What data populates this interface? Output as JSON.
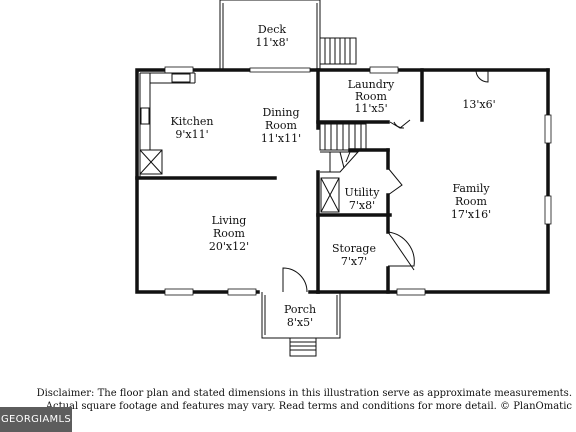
{
  "rooms": {
    "deck": {
      "name": "Deck",
      "dims": "11'x8'"
    },
    "kitchen": {
      "name": "Kitchen",
      "dims": "9'x11'"
    },
    "dining": {
      "name1": "Dining",
      "name2": "Room",
      "dims": "11'x11'"
    },
    "laundry": {
      "name1": "Laundry",
      "name2": "Room",
      "dims": "11'x5'"
    },
    "bonus": {
      "dims": "13'x6'"
    },
    "utility": {
      "name": "Utility",
      "dims": "7'x8'"
    },
    "family": {
      "name1": "Family",
      "name2": "Room",
      "dims": "17'x16'"
    },
    "living": {
      "name1": "Living",
      "name2": "Room",
      "dims": "20'x12'"
    },
    "storage": {
      "name": "Storage",
      "dims": "7'x7'"
    },
    "porch": {
      "name": "Porch",
      "dims": "8'x5'"
    }
  },
  "disclaimer": {
    "line1": "Disclaimer: The floor plan and stated dimensions in this illustration serve as approximate measurements.",
    "line2": "Actual square footage and features may vary. Read terms and conditions for more detail. © PlanOmatic"
  },
  "logo": {
    "text": "GEORGIAMLS"
  }
}
